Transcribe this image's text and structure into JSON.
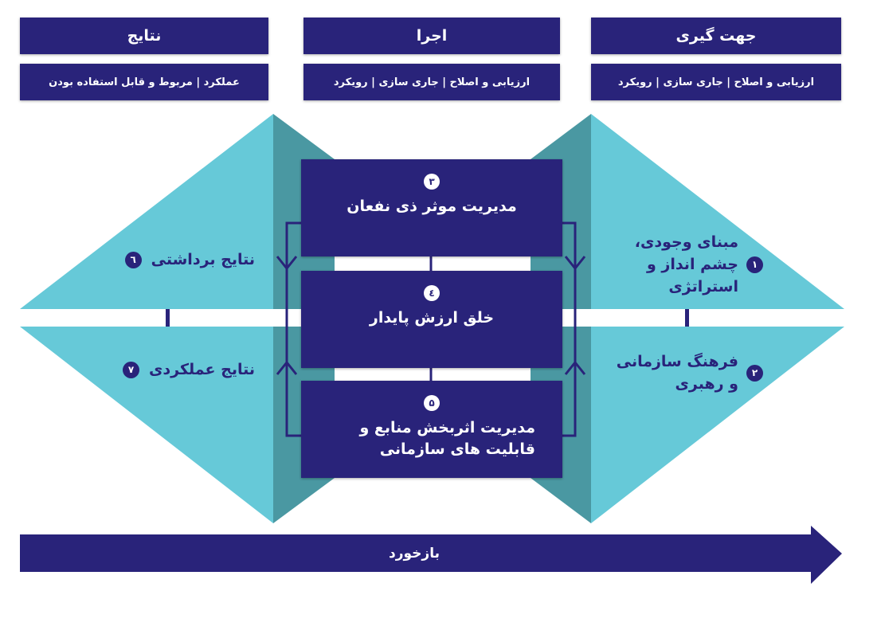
{
  "columns": [
    {
      "title": "نتایج",
      "subtitle": "عملکرد | مربوط و قابل استفاده بودن"
    },
    {
      "title": "اجرا",
      "subtitle": "ارزیابی و اصلاح | جاری سازی | رویکرد"
    },
    {
      "title": "جهت گیری",
      "subtitle": "ارزیابی و اصلاح | جاری سازی | رویکرد"
    }
  ],
  "criteria": {
    "c1": {
      "number": "۱",
      "label": "مبنای وجودی،\nچشم انداز و\nاستراتژی"
    },
    "c2": {
      "number": "۲",
      "label": "فرهنگ سازمانی\nو رهبری"
    },
    "c3": {
      "number": "۳",
      "label": "مدیریت موثر ذی نفعان"
    },
    "c4": {
      "number": "٤",
      "label": "خلق ارزش پایدار"
    },
    "c5": {
      "number": "۵",
      "label": "مدیریت اثربخش منابع و قابلیت های سازمانی"
    },
    "c6": {
      "number": "٦",
      "label": "نتایج برداشتی"
    },
    "c7": {
      "number": "۷",
      "label": "نتایج عملکردی"
    }
  },
  "feedback_label": "بازخورد",
  "colors": {
    "navy": "#29237a",
    "cyan": "#66c9d8",
    "teal": "#4a98a2"
  }
}
